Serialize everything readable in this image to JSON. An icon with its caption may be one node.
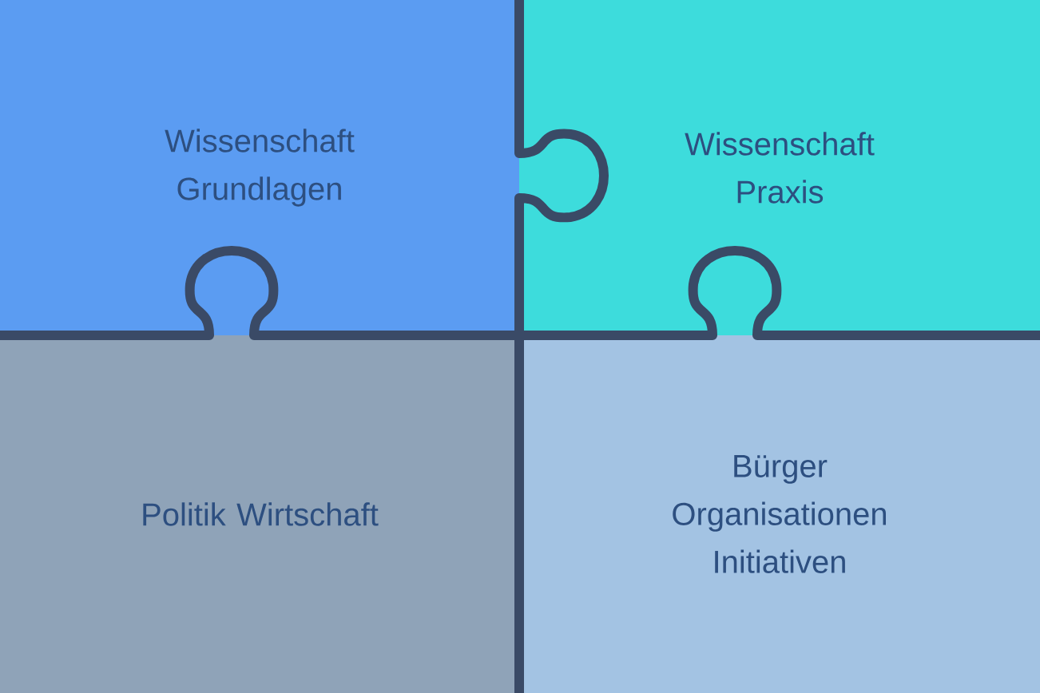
{
  "diagram": {
    "nodes": [
      {
        "text": [
          "Wissenschaft Grundlagen"
        ]
      },
      {
        "text": [
          "Wissenschaft Praxis"
        ]
      },
      {
        "text": [
          "Politik Wirtschaft"
        ]
      },
      {
        "text": [
          "Bürger Organisationen Initiativen"
        ]
      }
    ]
  }
}
